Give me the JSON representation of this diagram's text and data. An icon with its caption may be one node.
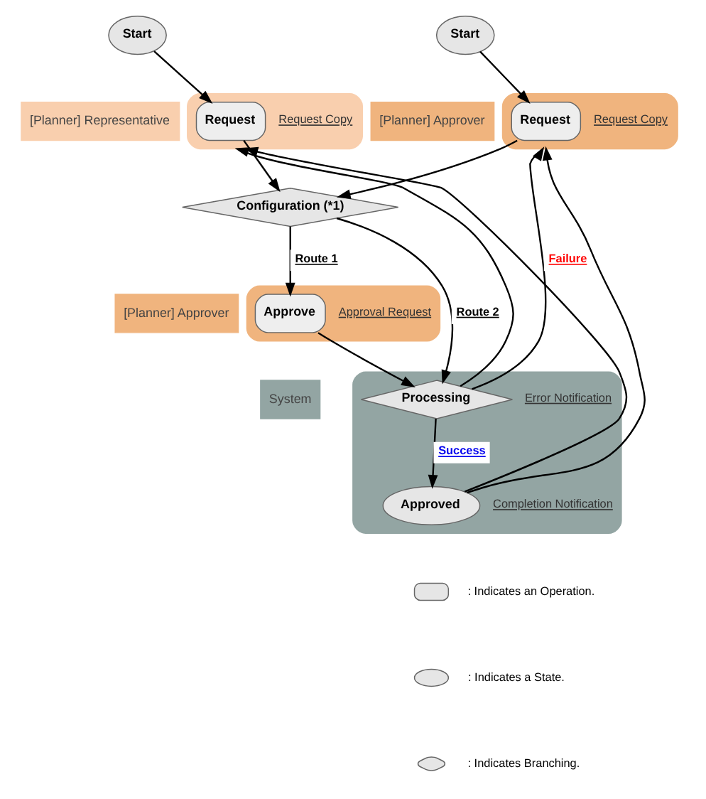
{
  "diagram": {
    "nodes": [
      {
        "text": [
          "Start"
        ]
      },
      {
        "text": [
          "Start"
        ]
      },
      {
        "text": [
          "[Planner] Representative"
        ]
      },
      {
        "text": [],
        "shape": "box"
      },
      {
        "text": [
          "Request"
        ],
        "in": 3,
        "beside": [
          "Request Copy"
        ]
      },
      {
        "text": [
          "[Planner] Approver"
        ]
      },
      {
        "text": [],
        "shape": "box"
      },
      {
        "text": [
          "Request"
        ],
        "in": 6,
        "beside": [
          "Request Copy"
        ]
      },
      {
        "text": [
          "Configuration (*1)"
        ]
      },
      {
        "text": [
          "[Planner] Approver"
        ]
      },
      {
        "text": [],
        "shape": "box"
      },
      {
        "text": [
          "Approve"
        ],
        "in": 10,
        "beside": [
          "Approval Request"
        ]
      },
      {
        "text": [
          "System"
        ]
      },
      {
        "text": [],
        "shape": "box"
      },
      {
        "text": [
          "Processing"
        ],
        "in": 13,
        "beside": [
          "Error Notification"
        ]
      },
      {
        "text": [
          "Approved"
        ],
        "in": 13,
        "beside": [
          "Completion Notification"
        ]
      }
    ],
    "edges": [
      {
        "from": 0,
        "to": 4,
        "arrow": "to"
      },
      {
        "from": 1,
        "to": 7,
        "arrow": "to"
      },
      {
        "from": 4,
        "to": 8,
        "arrow": "to"
      },
      {
        "from": 7,
        "to": 8,
        "arrow": "to"
      },
      {
        "from": 8,
        "to": 11,
        "arrow": "to",
        "label": "Route 1"
      },
      {
        "from": 8,
        "to": 14,
        "arrow": "to",
        "label": "Route 2"
      },
      {
        "from": 11,
        "to": 14,
        "arrow": "to"
      },
      {
        "from": 14,
        "to": 15,
        "arrow": "to",
        "label": "Success"
      },
      {
        "from": 14,
        "to": 6,
        "arrow": "to",
        "label": "Failure"
      },
      {
        "from": 14,
        "to": 3,
        "arrow": "to"
      },
      {
        "from": 15,
        "to": 6,
        "arrow": "to"
      },
      {
        "from": 15,
        "to": 3,
        "arrow": "to"
      }
    ],
    "legend": [
      {
        "text": ": Indicates an Operation."
      },
      {
        "text": ": Indicates a State."
      },
      {
        "text": ": Indicates Branching."
      }
    ]
  }
}
